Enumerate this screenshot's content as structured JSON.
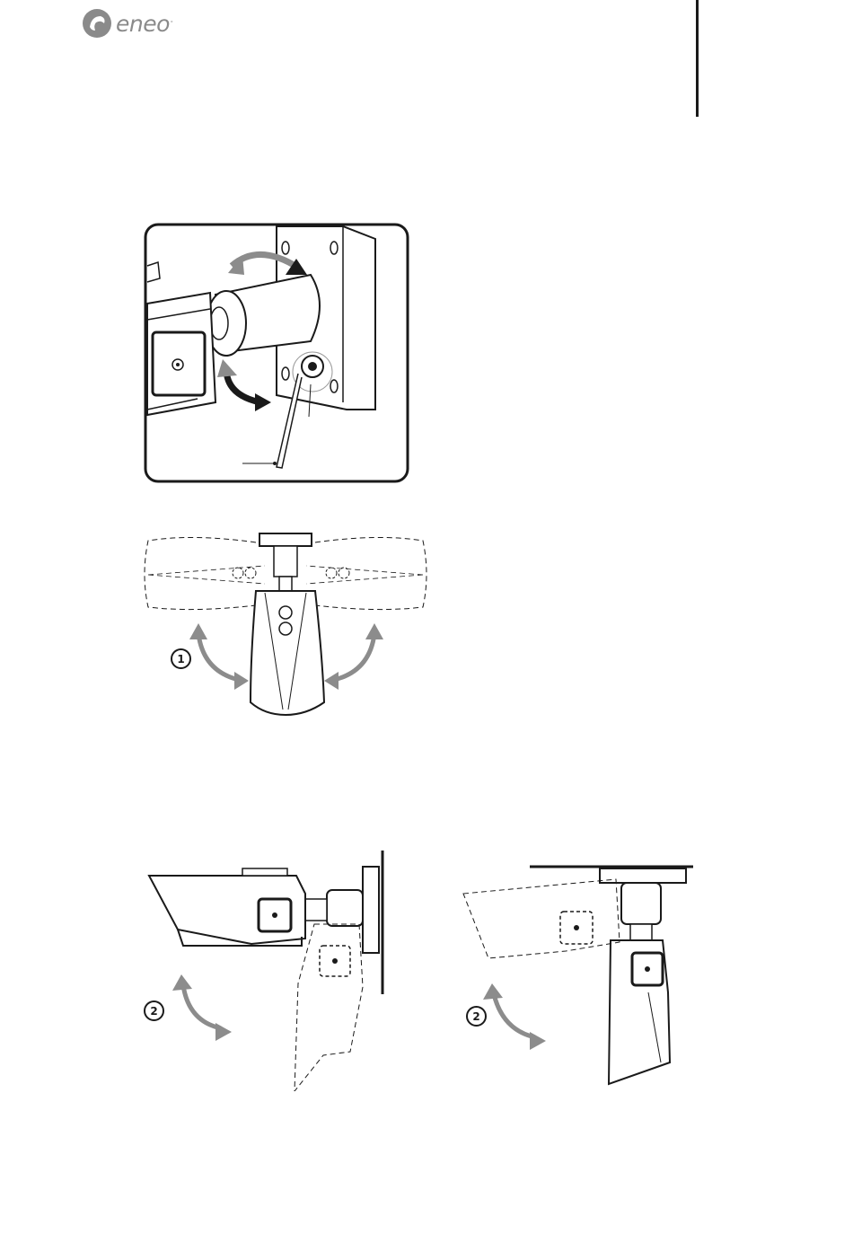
{
  "logo": {
    "text": "eneo",
    "mark": "°"
  },
  "figures": [
    {
      "name": "bracket-detail"
    },
    {
      "name": "pan-top-view",
      "step": "1"
    },
    {
      "name": "tilt-wall-mount",
      "step": "2"
    },
    {
      "name": "tilt-ceiling-mount",
      "step": "2"
    }
  ],
  "colors": {
    "arrow_gray": "#8c8c8c",
    "line": "#1a1a1a",
    "logo_gray": "#8a8a8a"
  }
}
